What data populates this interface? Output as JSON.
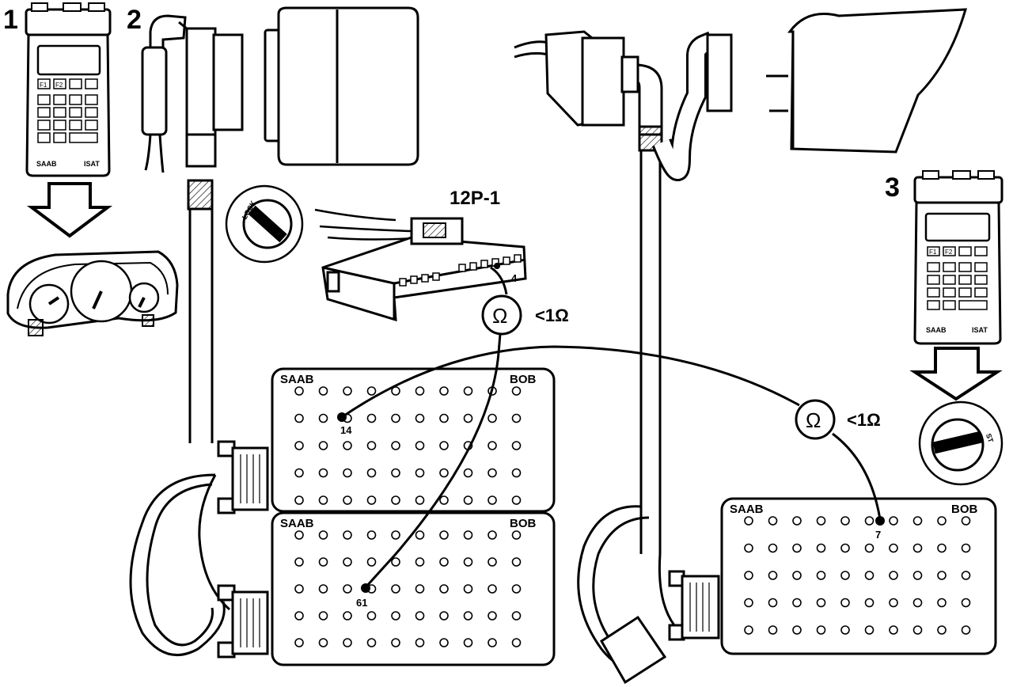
{
  "steps": [
    "1",
    "2",
    "3"
  ],
  "tester": {
    "brand": "SAAB",
    "model": "ISAT",
    "keys_function": [
      "F1",
      "F2"
    ]
  },
  "connector": {
    "label": "12P-1",
    "pin": "4"
  },
  "ignition": {
    "lock_label": "LOCK",
    "start_label": "ST"
  },
  "measurements": [
    {
      "symbol": "Ω",
      "value": "<1Ω"
    },
    {
      "symbol": "Ω",
      "value": "<1Ω"
    }
  ],
  "break_out_boxes": [
    {
      "brand": "SAAB",
      "label": "BOB",
      "pin": "14"
    },
    {
      "brand": "SAAB",
      "label": "BOB",
      "pin": "61"
    },
    {
      "brand": "SAAB",
      "label": "BOB",
      "pin": "7"
    }
  ],
  "colors": {
    "ink": "#000000",
    "paper": "#ffffff",
    "shade": "#e6e6e6"
  }
}
